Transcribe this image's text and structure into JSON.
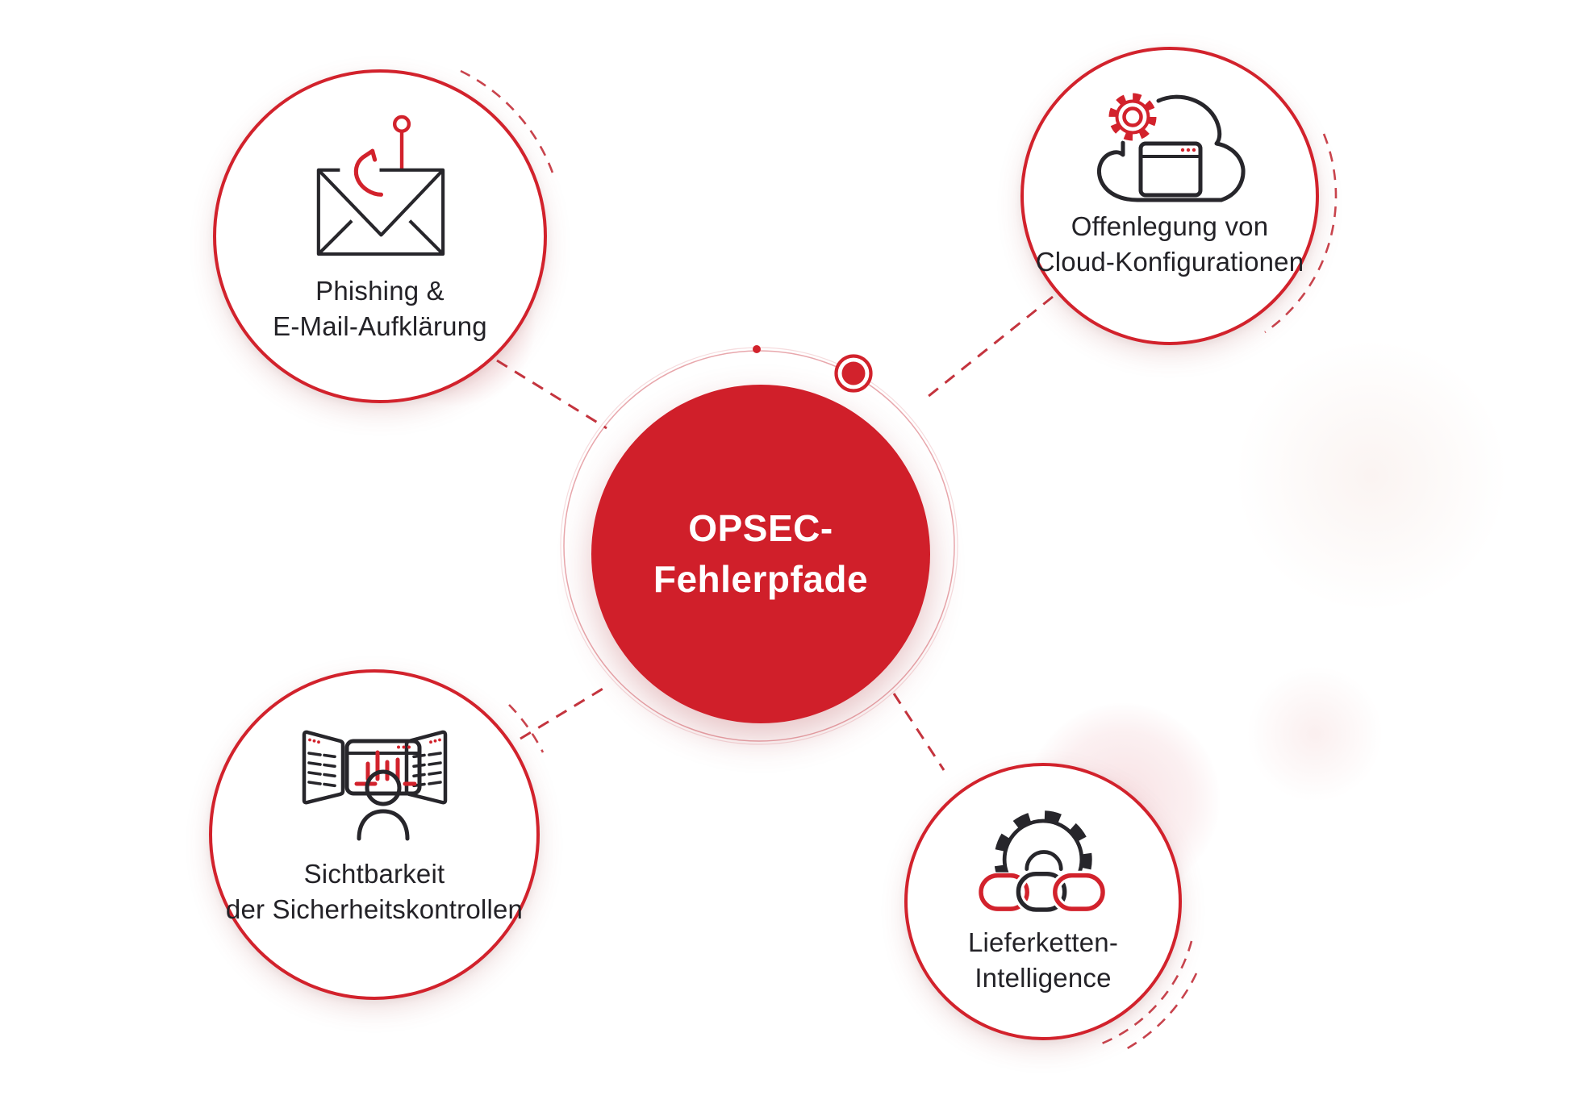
{
  "center": {
    "line1": "OPSEC-",
    "line2": "Fehlerpfade"
  },
  "nodes": [
    {
      "id": "phishing",
      "line1": "Phishing &",
      "line2": "E-Mail-Aufklärung",
      "icon": "phishing-mail-icon"
    },
    {
      "id": "cloud",
      "line1": "Offenlegung von",
      "line2": "Cloud-Konfigurationen",
      "icon": "cloud-config-icon"
    },
    {
      "id": "visibility",
      "line1": "Sichtbarkeit",
      "line2": "der Sicherheitskontrollen",
      "icon": "security-monitors-icon"
    },
    {
      "id": "supply",
      "line1": "Lieferketten-",
      "line2": "Intelligence",
      "icon": "supply-chain-icon"
    }
  ],
  "colors": {
    "brand_red": "#d2222c",
    "center_red": "#d01f2a",
    "dash_red": "#c4343e",
    "icon_dark": "#27262b",
    "text_dark": "#232227"
  }
}
